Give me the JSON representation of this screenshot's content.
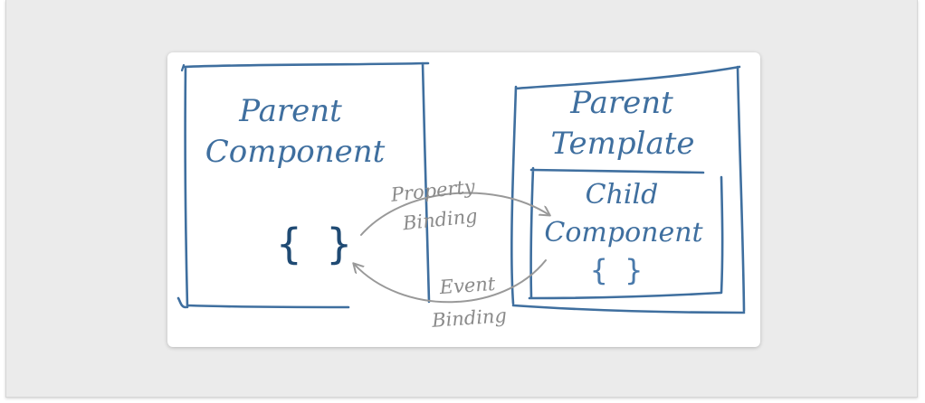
{
  "diagram": {
    "parent_component": {
      "line1": "Parent",
      "line2": "Component",
      "braces": "{ }"
    },
    "parent_template": {
      "line1": "Parent",
      "line2": "Template"
    },
    "child_component": {
      "line1": "Child",
      "line2": "Component",
      "braces": "{ }"
    },
    "property_binding": {
      "line1": "Property",
      "line2": "Binding"
    },
    "event_binding": {
      "line1": "Event",
      "line2": "Binding"
    },
    "colors": {
      "box_stroke": "#3f6f9f",
      "box_text": "#3f6f9f",
      "arrow_stroke": "#999999",
      "arrow_text": "#8a8a8a",
      "braces_dark": "#1f4a73",
      "braces_light": "#4a7aab",
      "background": "#ebebeb",
      "card": "#ffffff"
    }
  }
}
